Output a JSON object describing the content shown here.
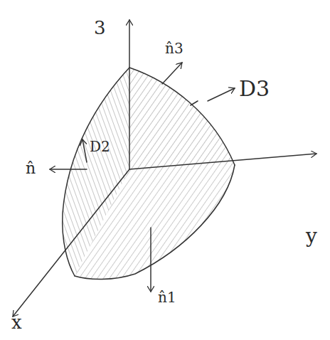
{
  "diagram": {
    "labels": [
      "3",
      "n̂3",
      "D3",
      "D2",
      "n̂",
      "y",
      "n̂1",
      "x"
    ]
  }
}
